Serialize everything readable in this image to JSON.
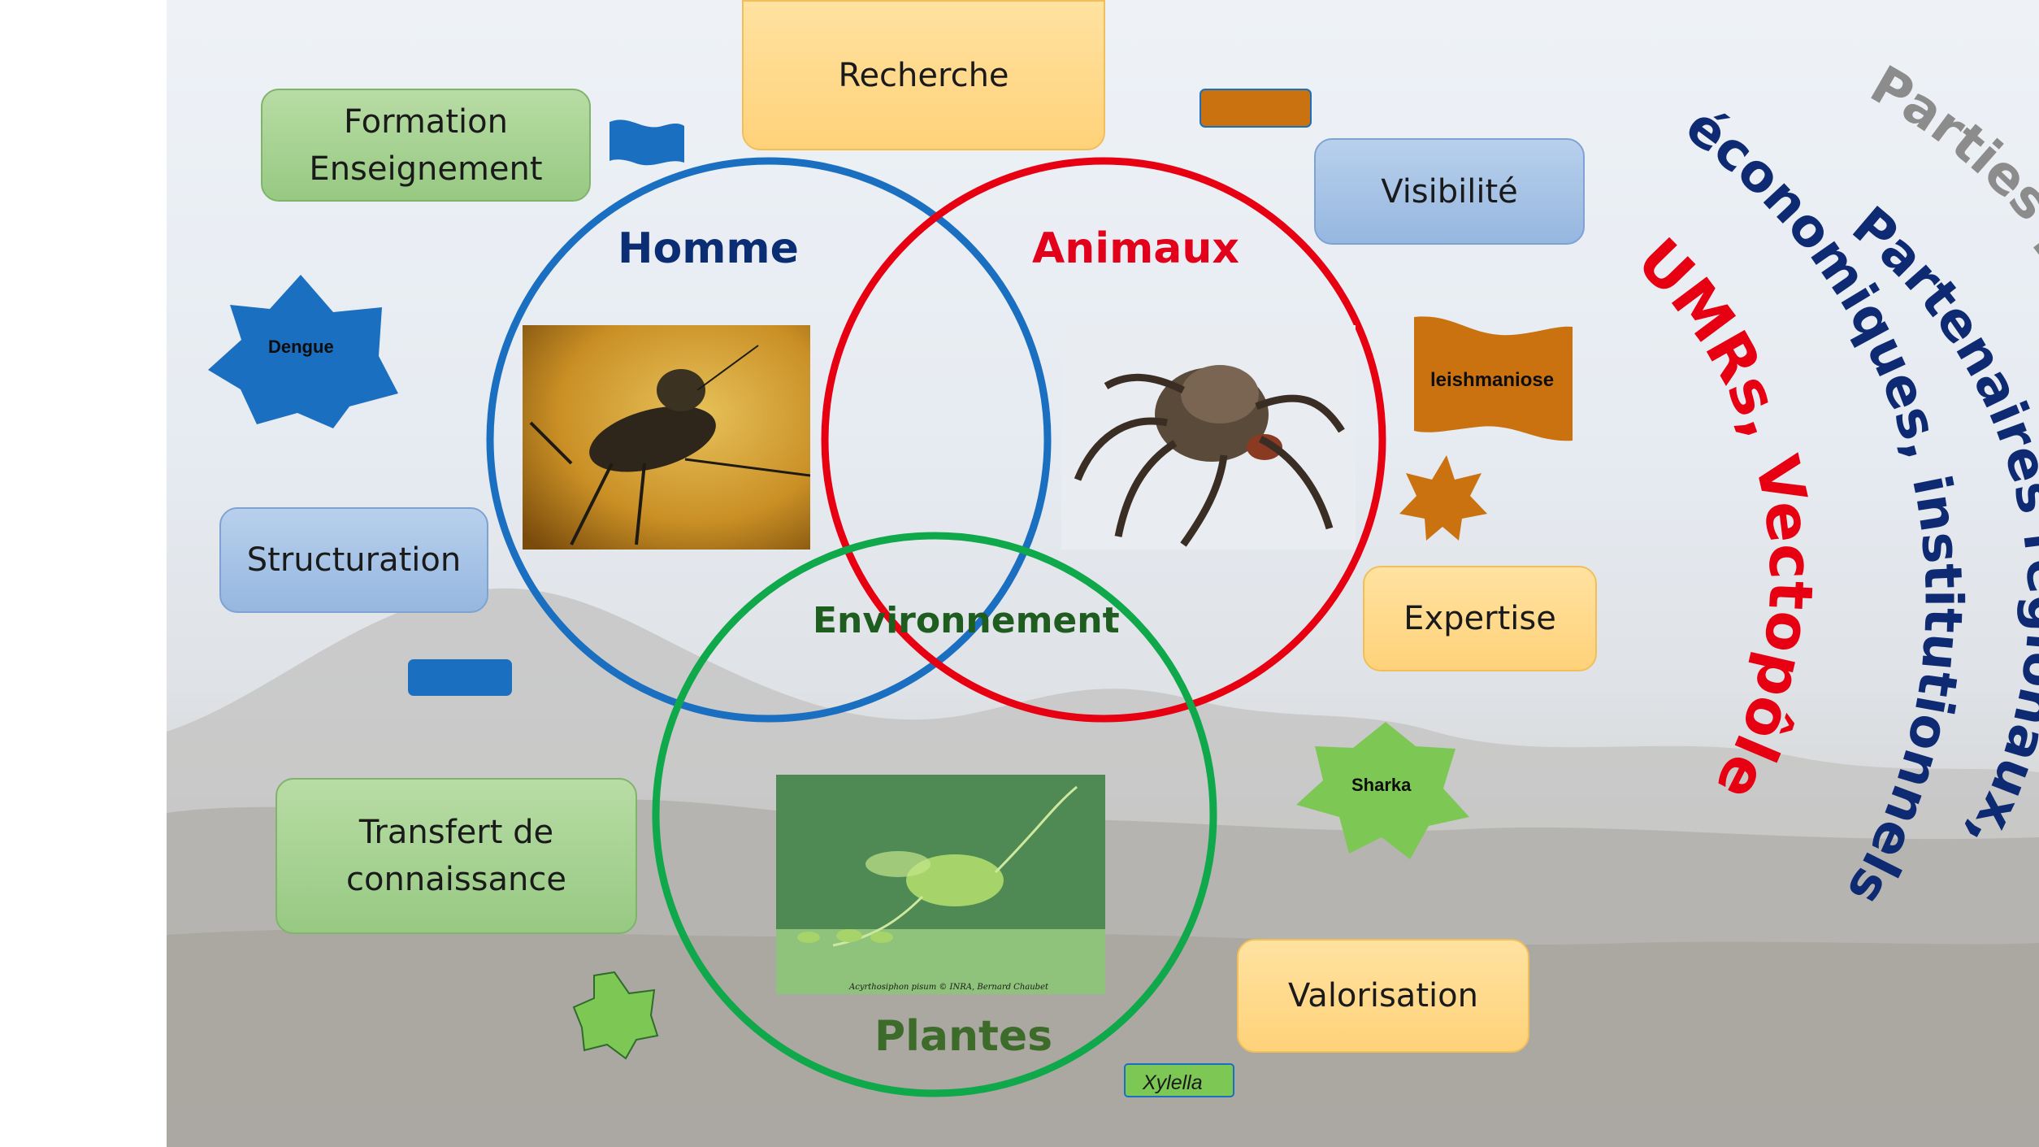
{
  "circles": {
    "homme": "Homme",
    "animaux": "Animaux",
    "environnement": "Environnement",
    "plantes": "Plantes"
  },
  "boxes": {
    "recherche": "Recherche",
    "formation_line1": "Formation",
    "formation_line2": "Enseignement",
    "visibilite": "Visibilité",
    "structuration": "Structuration",
    "expertise": "Expertise",
    "transfert_line1": "Transfert de",
    "transfert_line2": "connaissance",
    "valorisation": "Valorisation"
  },
  "diseases": {
    "dengue": "Dengue",
    "leishmaniose": "leishmaniose",
    "sharka": "Sharka",
    "xylella": "Xylella"
  },
  "photo_credit": "Acyrthosiphon pisum © INRA, Bernard Chaubet",
  "arc_text": {
    "outer": "Parties prenantes, internationales",
    "middle_1": "Partenaires régionaux,",
    "middle_2": "économiques, institutionnels",
    "inner": "UMRs, Vectopôle"
  },
  "colors": {
    "homme": "#0b2d73",
    "animaux": "#e2001a",
    "environnement": "#1f5c1f",
    "plantes": "#3d6b2a",
    "circle_blue": "#1a6fc0",
    "circle_red": "#e60012",
    "circle_green": "#0fa84a",
    "arc_gray": "#8c8c8c",
    "arc_navy": "#0e2a73",
    "arc_red": "#e60012"
  }
}
